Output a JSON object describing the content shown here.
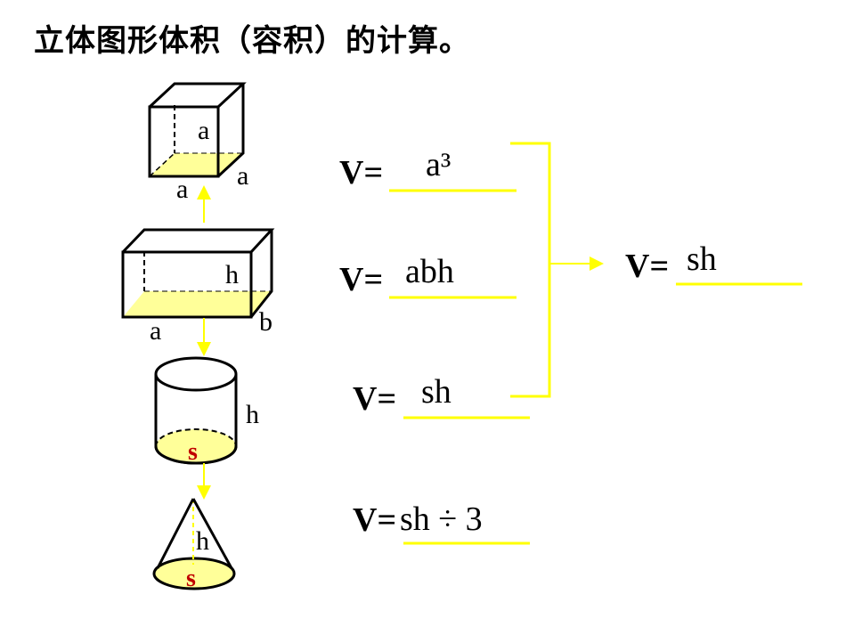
{
  "title": "立体图形体积（容积）的计算。",
  "colors": {
    "highlight": "#ffff00",
    "base_fill": "#ffff99",
    "label_red": "#c00000",
    "stroke": "#000000"
  },
  "shapes": {
    "cube": {
      "edge_labels": [
        "a",
        "a",
        "a"
      ]
    },
    "cuboid": {
      "labels": {
        "length": "a",
        "width": "b",
        "height": "h"
      }
    },
    "cylinder": {
      "labels": {
        "height": "h",
        "base": "s"
      }
    },
    "cone": {
      "labels": {
        "height": "h",
        "base": "s"
      }
    }
  },
  "formulas": [
    {
      "prefix": "V=",
      "answer": "a³"
    },
    {
      "prefix": "V=",
      "answer": "abh"
    },
    {
      "prefix": "V=",
      "answer": "sh"
    },
    {
      "prefix": "V=",
      "answer": "sh ÷ 3"
    }
  ],
  "summary": {
    "prefix": "V=",
    "answer": "sh"
  }
}
